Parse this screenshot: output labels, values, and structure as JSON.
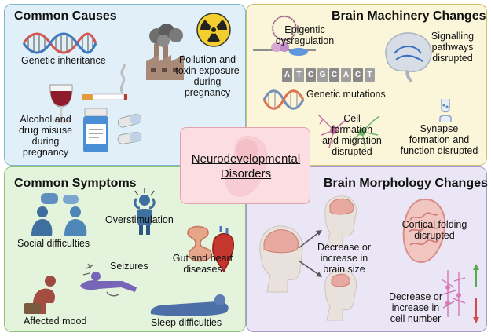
{
  "center": {
    "line1": "Neurodevelopmental",
    "line2": "Disorders"
  },
  "causes": {
    "title": "Common Causes",
    "genetic": "Genetic inheritance",
    "pollution": [
      "Pollution and",
      "toxin exposure",
      "during",
      "pregnancy"
    ],
    "alcohol": [
      "Alcohol and",
      "drug misuse",
      "during",
      "pregnancy"
    ]
  },
  "machinery": {
    "title": "Brain Machinery Changes",
    "epigenetic": [
      "Epigentic",
      "dysregulation"
    ],
    "signalling": [
      "Signalling",
      "pathways",
      "disrupted"
    ],
    "mutations": "Genetic mutations",
    "cell": [
      "Cell",
      "formation",
      "and migration",
      "disrupted"
    ],
    "synapse": [
      "Synapse",
      "formation and",
      "function disrupted"
    ],
    "dna_letters": [
      "A",
      "T",
      "C",
      "G",
      "C",
      "A",
      "C",
      "T"
    ]
  },
  "symptoms": {
    "title": "Common Symptoms",
    "social": "Social difficulties",
    "overstim": "Overstimulation",
    "seizures": "Seizures",
    "gut": [
      "Gut and heart",
      "diseases"
    ],
    "mood": "Affected mood",
    "sleep": "Sleep difficulties"
  },
  "morphology": {
    "title": "Brain Morphology Changes",
    "cortical": [
      "Cortical folding",
      "disrupted"
    ],
    "size": [
      "Decrease or",
      "increase in",
      "brain size"
    ],
    "cellnum": [
      "Decrease or",
      "increase in",
      "cell number"
    ]
  },
  "colors": {
    "causes_bg": "#e1f0f8",
    "machinery_bg": "#fbf5d9",
    "symptoms_bg": "#e4f3dc",
    "morphology_bg": "#ebe6f5",
    "center_bg": "#fbdde2"
  }
}
